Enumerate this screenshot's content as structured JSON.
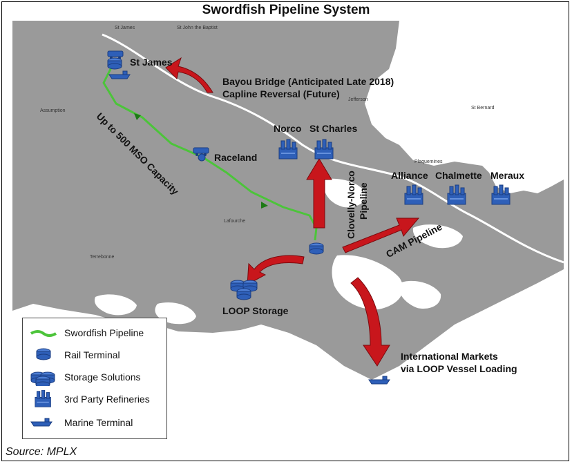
{
  "title": "Swordfish Pipeline System",
  "source": "Source: MPLX",
  "places": {
    "st_james": "St James",
    "raceland": "Raceland",
    "norco": "Norco",
    "st_charles": "St Charles",
    "alliance": "Alliance",
    "chalmette": "Chalmette",
    "meraux": "Meraux",
    "loop_storage": "LOOP Storage"
  },
  "annotations": {
    "bayou_bridge": "Bayou Bridge (Anticipated Late 2018)",
    "capline": "Capline Reversal (Future)",
    "capacity": "Up to 500 MSO Capacity",
    "clovelly_1": "Clovelly-Norco",
    "clovelly_2": "Pipeline",
    "cam": "CAM Pipeline",
    "intl_1": "International Markets",
    "intl_2": "via LOOP Vessel Loading"
  },
  "parishes": {
    "st_james": "St James",
    "st_john": "St John the Baptist",
    "assumption": "Assumption",
    "jefferson": "Jefferson",
    "st_bernard": "St Bernard",
    "plaquemines": "Plaquemines",
    "lafourche": "Lafourche",
    "terrebonne": "Terrebonne"
  },
  "legend": [
    {
      "label": "Swordfish Pipeline",
      "icon": "pipeline-icon"
    },
    {
      "label": "Rail Terminal",
      "icon": "rail-terminal-icon"
    },
    {
      "label": "Storage Solutions",
      "icon": "storage-icon"
    },
    {
      "label": "3rd Party Refineries",
      "icon": "refinery-icon"
    },
    {
      "label": "Marine Terminal",
      "icon": "marine-terminal-icon"
    }
  ],
  "colors": {
    "land": "#9a9a9a",
    "water": "#ffffff",
    "pipeline": "#4cc43a",
    "arrow": "#c8161c",
    "facility": "#2e5fb8"
  }
}
